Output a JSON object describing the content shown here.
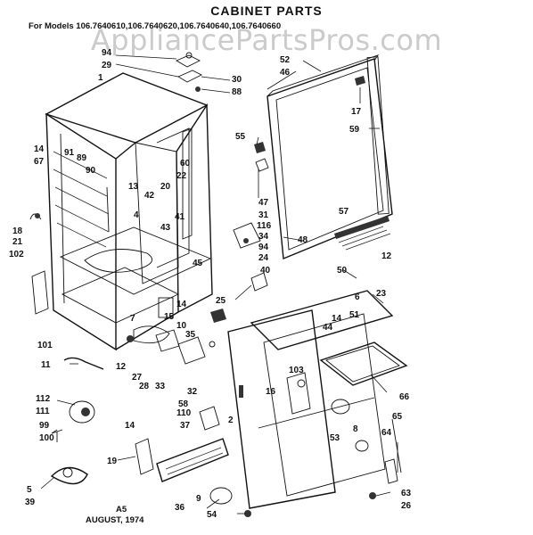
{
  "header": {
    "title": "CABINET PARTS",
    "models": "For Models 106.7640610,106.7640620,106.7640640,106.7640660"
  },
  "watermark": "AppliancePartsPros.com",
  "footer": {
    "code": "A5",
    "date": "AUGUST, 1974"
  },
  "part_labels": [
    "94",
    "29",
    "30",
    "88",
    "1",
    "52",
    "46",
    "17",
    "59",
    "14",
    "67",
    "91",
    "89",
    "90",
    "55",
    "60",
    "22",
    "13",
    "20",
    "42",
    "41",
    "4",
    "43",
    "47",
    "31",
    "116",
    "34",
    "94",
    "24",
    "40",
    "18",
    "21",
    "102",
    "45",
    "57",
    "48",
    "12",
    "50",
    "6",
    "23",
    "25",
    "14",
    "7",
    "15",
    "10",
    "51",
    "44",
    "14",
    "101",
    "35",
    "11",
    "12",
    "27",
    "28",
    "33",
    "103",
    "32",
    "58",
    "2",
    "16",
    "112",
    "111",
    "110",
    "37",
    "8",
    "66",
    "99",
    "100",
    "14",
    "53",
    "65",
    "64",
    "19",
    "5",
    "39",
    "36",
    "9",
    "54",
    "63",
    "26"
  ]
}
